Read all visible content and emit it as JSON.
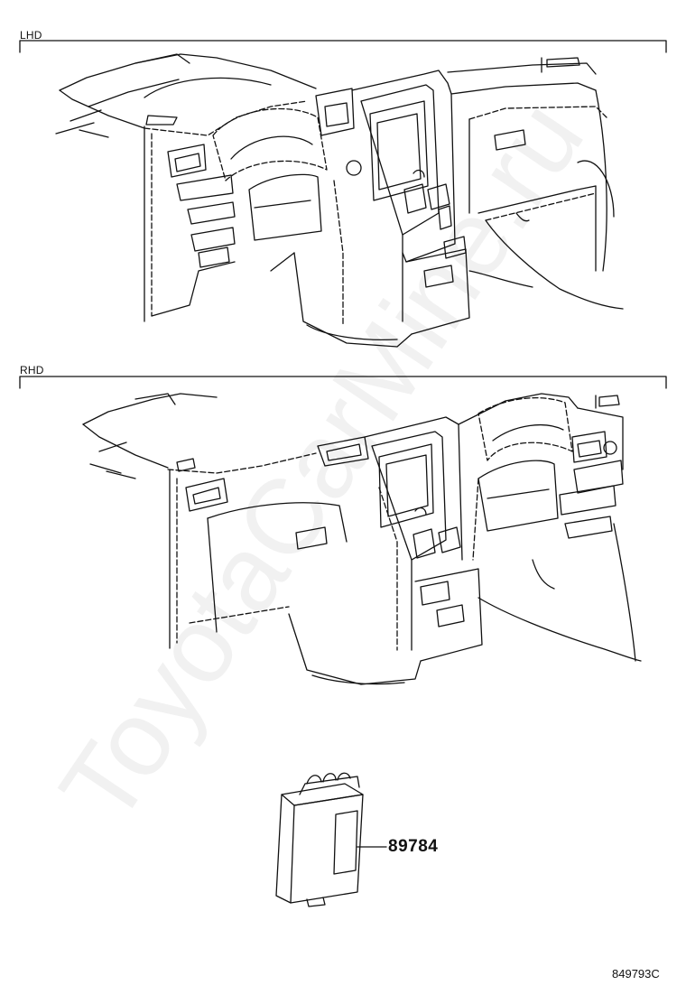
{
  "sections": [
    {
      "label": "LHD"
    },
    {
      "label": "RHD"
    }
  ],
  "part": {
    "number": "89784"
  },
  "illustration_number": "849793C",
  "watermark": "ToyotaCarMine.ru"
}
